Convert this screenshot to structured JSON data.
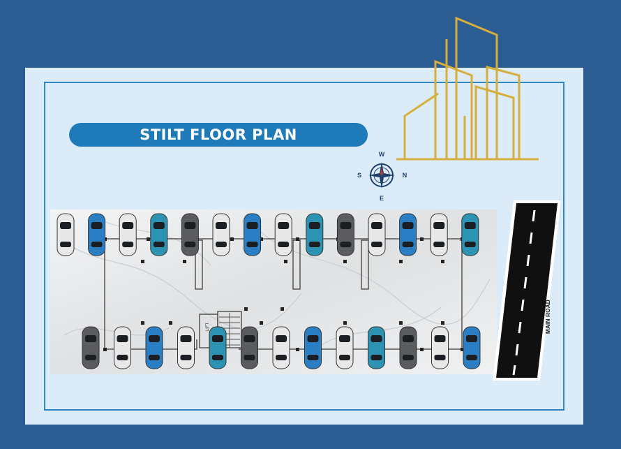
{
  "title": "STILT FLOOR PLAN",
  "compass": {
    "top": "W",
    "left": "S",
    "right": "N",
    "bottom": "E"
  },
  "road": {
    "label": "MAIN ROAD"
  },
  "lift": {
    "label": "LIFT"
  },
  "colors": {
    "background": "#2b5d93",
    "panel": "#dcebf8",
    "frame": "#2f86c2",
    "title_pill": "#1e7ab8",
    "building_outline": "#d6ae3c",
    "car_blue": "#2a7fc4",
    "car_teal": "#2d93b3",
    "car_gray": "#5a5c60",
    "car_white": "#e8e8e8"
  },
  "parking": {
    "top_row": [
      "white",
      "blue",
      "white",
      "teal",
      "gray",
      "white",
      "blue",
      "white",
      "teal",
      "gray",
      "white",
      "blue",
      "white",
      "teal"
    ],
    "bottom_row": [
      "gray",
      "white",
      "blue",
      "white",
      "teal",
      "gray",
      "white",
      "blue",
      "white",
      "teal",
      "gray",
      "white",
      "blue"
    ]
  }
}
